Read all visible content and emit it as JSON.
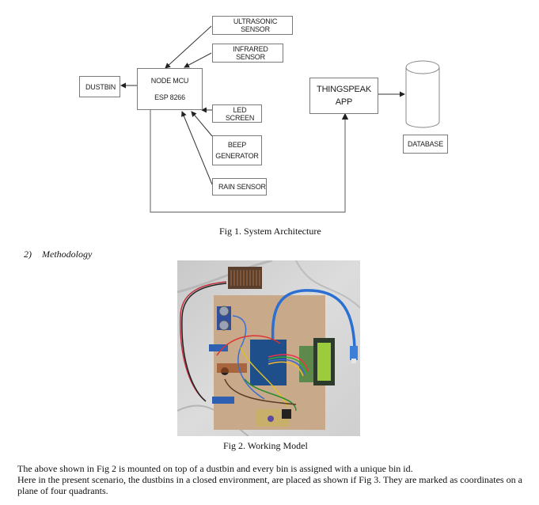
{
  "figure1": {
    "blocks": {
      "ultrasonic": "ULTRASONIC SENSOR",
      "infrared": "INFRARED SENSOR",
      "node_mcu_line1": "NODE MCU",
      "node_mcu_line2": "ESP 8266",
      "dustbin": "DUSTBIN",
      "led_screen": "LED SCREEN",
      "beep_line1": "BEEP",
      "beep_line2": "GENERATOR",
      "rain": "RAIN SENSOR",
      "thingspeak_line1": "THINGSPEAK",
      "thingspeak_line2": "APP",
      "database": "DATABASE"
    },
    "caption": "Fig 1. System Architecture"
  },
  "section": {
    "number": "2)",
    "title": "Methodology"
  },
  "figure2": {
    "caption": "Fig 2. Working Model",
    "photo_description": "Working model of smart dustbin hardware on cardboard base"
  },
  "body_text": {
    "line1": "The above shown in Fig 2  is mounted on top of a dustbin and every bin is assigned with a unique bin id.",
    "line2": "Here in the present scenario, the dustbins in a closed environment, are placed as shown if Fig 3. They are marked as coordinates on a plane of four quadrants."
  }
}
